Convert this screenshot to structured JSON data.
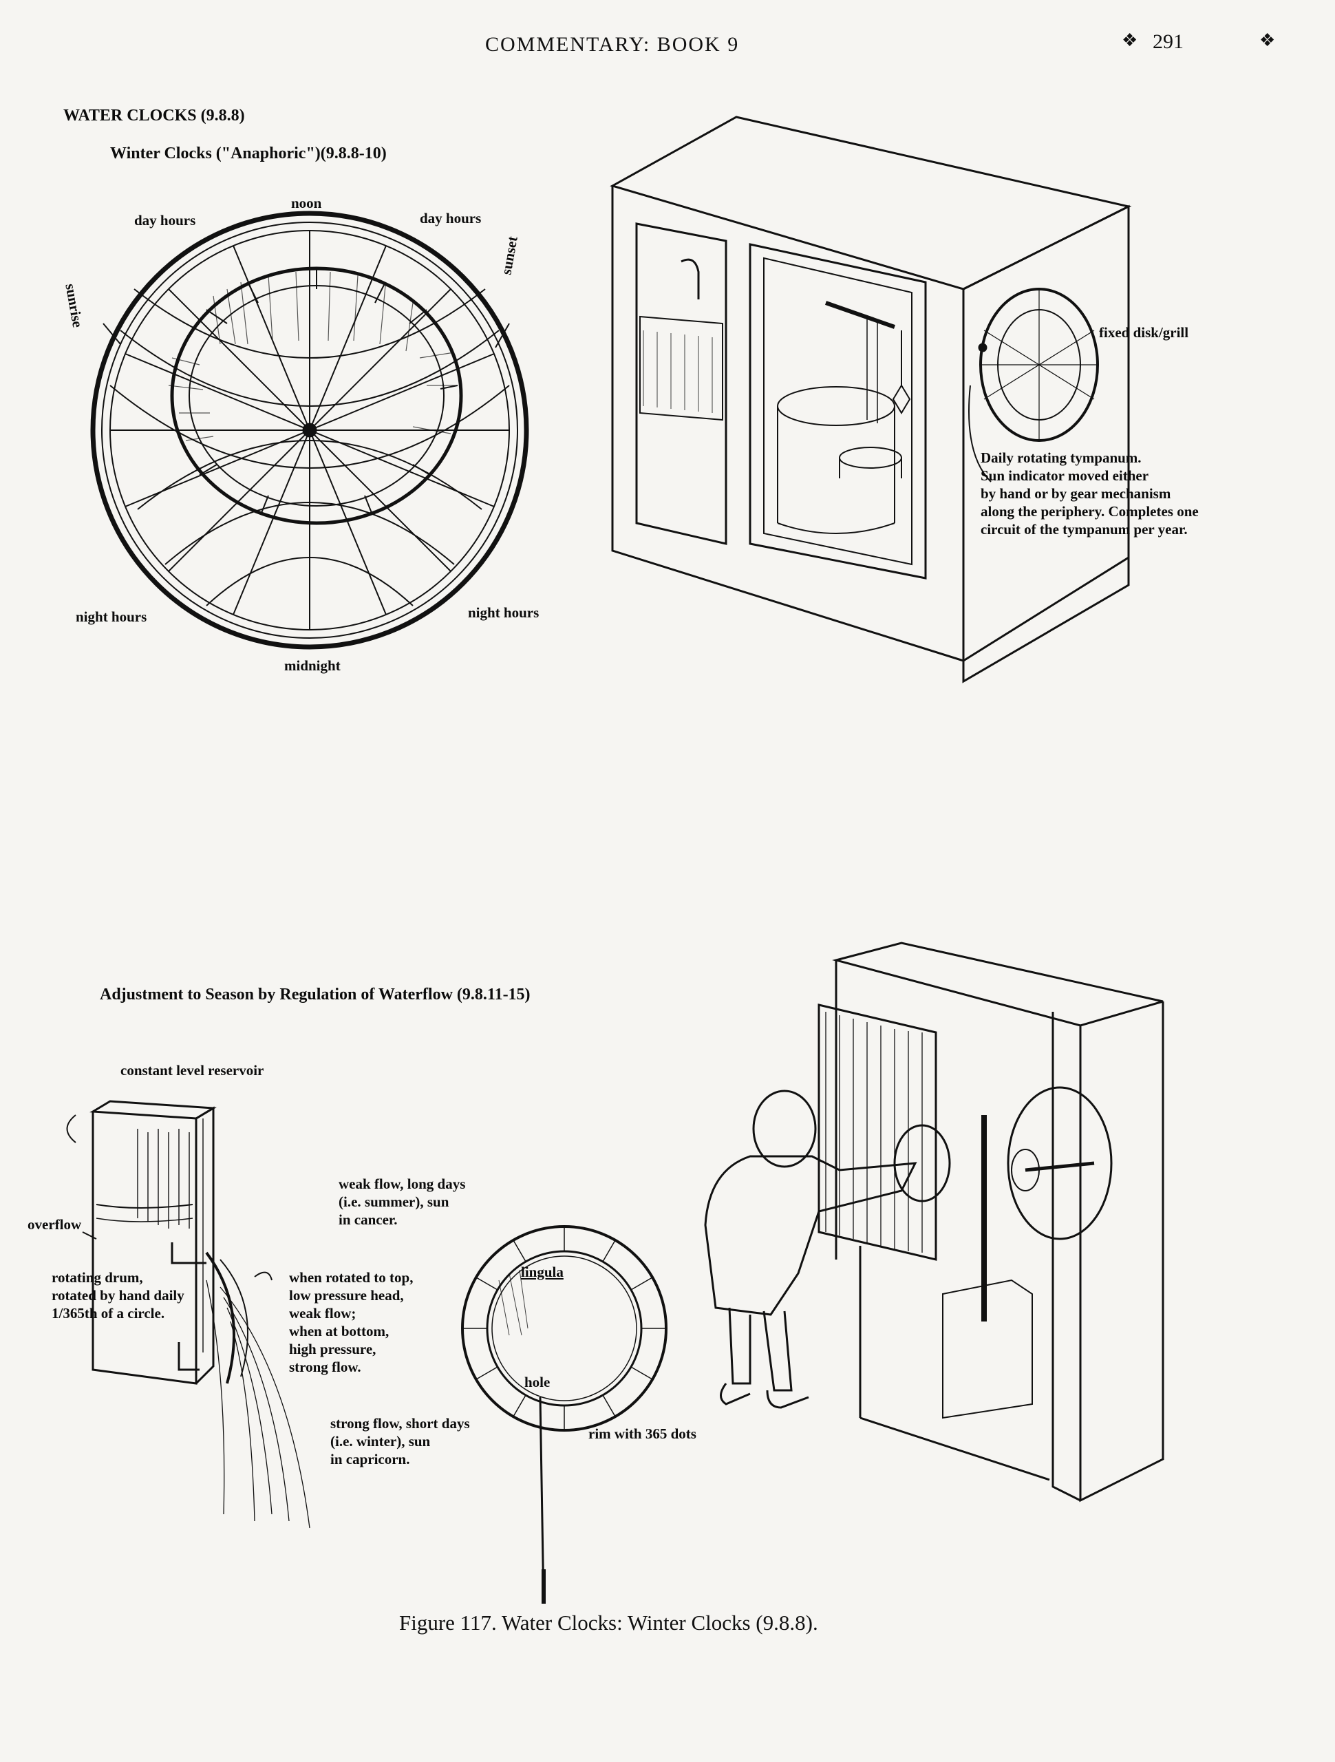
{
  "header": {
    "running_head": "COMMENTARY: BOOK 9",
    "ornament": "❖",
    "page_number": "291"
  },
  "section": {
    "title": "WATER CLOCKS (9.8.8)",
    "subtitle_winter": "Winter Clocks (\"Anaphoric\")(9.8.8-10)",
    "subtitle_adjust": "Adjustment to Season by Regulation of Waterflow (9.8.11-15)"
  },
  "dial_labels": {
    "noon": "noon",
    "day_hours_left": "day hours",
    "day_hours_right": "day hours",
    "sunrise": "sunrise",
    "sunset": "sunset",
    "night_hours_left": "night hours",
    "night_hours_right": "night hours",
    "midnight": "midnight"
  },
  "cabinet_labels": {
    "fixed_disk": "fixed disk/grill",
    "tympanum_1": "Daily rotating tympanum.",
    "tympanum_2": "Sun indicator moved either",
    "tympanum_3": "by hand or by gear mechanism",
    "tympanum_4": "along the periphery. Completes one",
    "tympanum_5": "circuit of the tympanum per year."
  },
  "reservoir_labels": {
    "reservoir": "constant level reservoir",
    "overflow": "overflow",
    "drum_1": "rotating drum,",
    "drum_2": "rotated by hand daily",
    "drum_3": "1/365th of a circle.",
    "weak_1": "weak flow, long days",
    "weak_2": "(i.e. summer), sun",
    "weak_3": "in cancer.",
    "rot_1": "when rotated to top,",
    "rot_2": "low pressure head,",
    "rot_3": "weak flow;",
    "rot_4": "when at bottom,",
    "rot_5": "high pressure,",
    "rot_6": "strong flow.",
    "strong_1": "strong flow, short days",
    "strong_2": "(i.e. winter), sun",
    "strong_3": "in capricorn."
  },
  "wheel_labels": {
    "lingula": "lingula",
    "hole": "hole",
    "rim": "rim with 365 dots"
  },
  "figure_caption": "Figure 117. Water Clocks: Winter Clocks (9.8.8)."
}
